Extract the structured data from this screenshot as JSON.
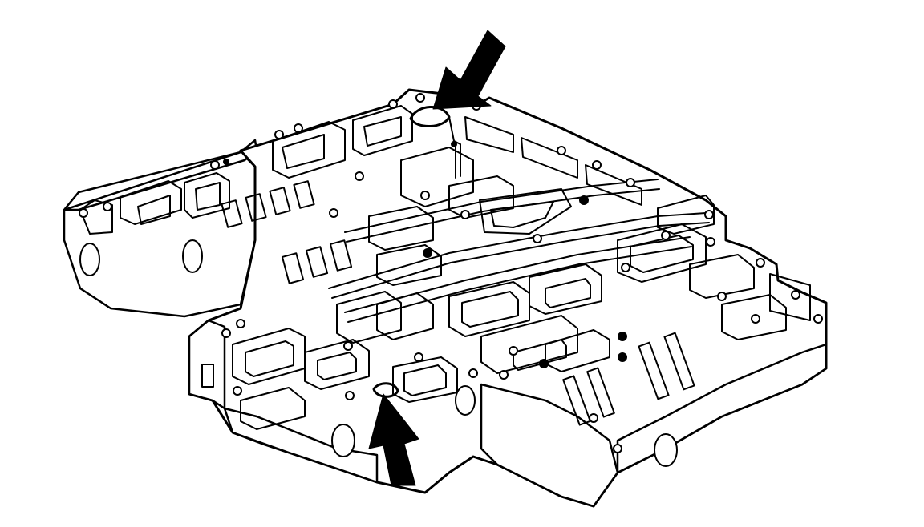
{
  "figure": {
    "subject": "valve-body",
    "colors": {
      "ink": "#000000",
      "paper": "#ffffff"
    },
    "callouts": [
      {
        "id": "upper-arrow",
        "points_to": "upper-port"
      },
      {
        "id": "lower-arrow",
        "points_to": "lower-port"
      }
    ]
  }
}
